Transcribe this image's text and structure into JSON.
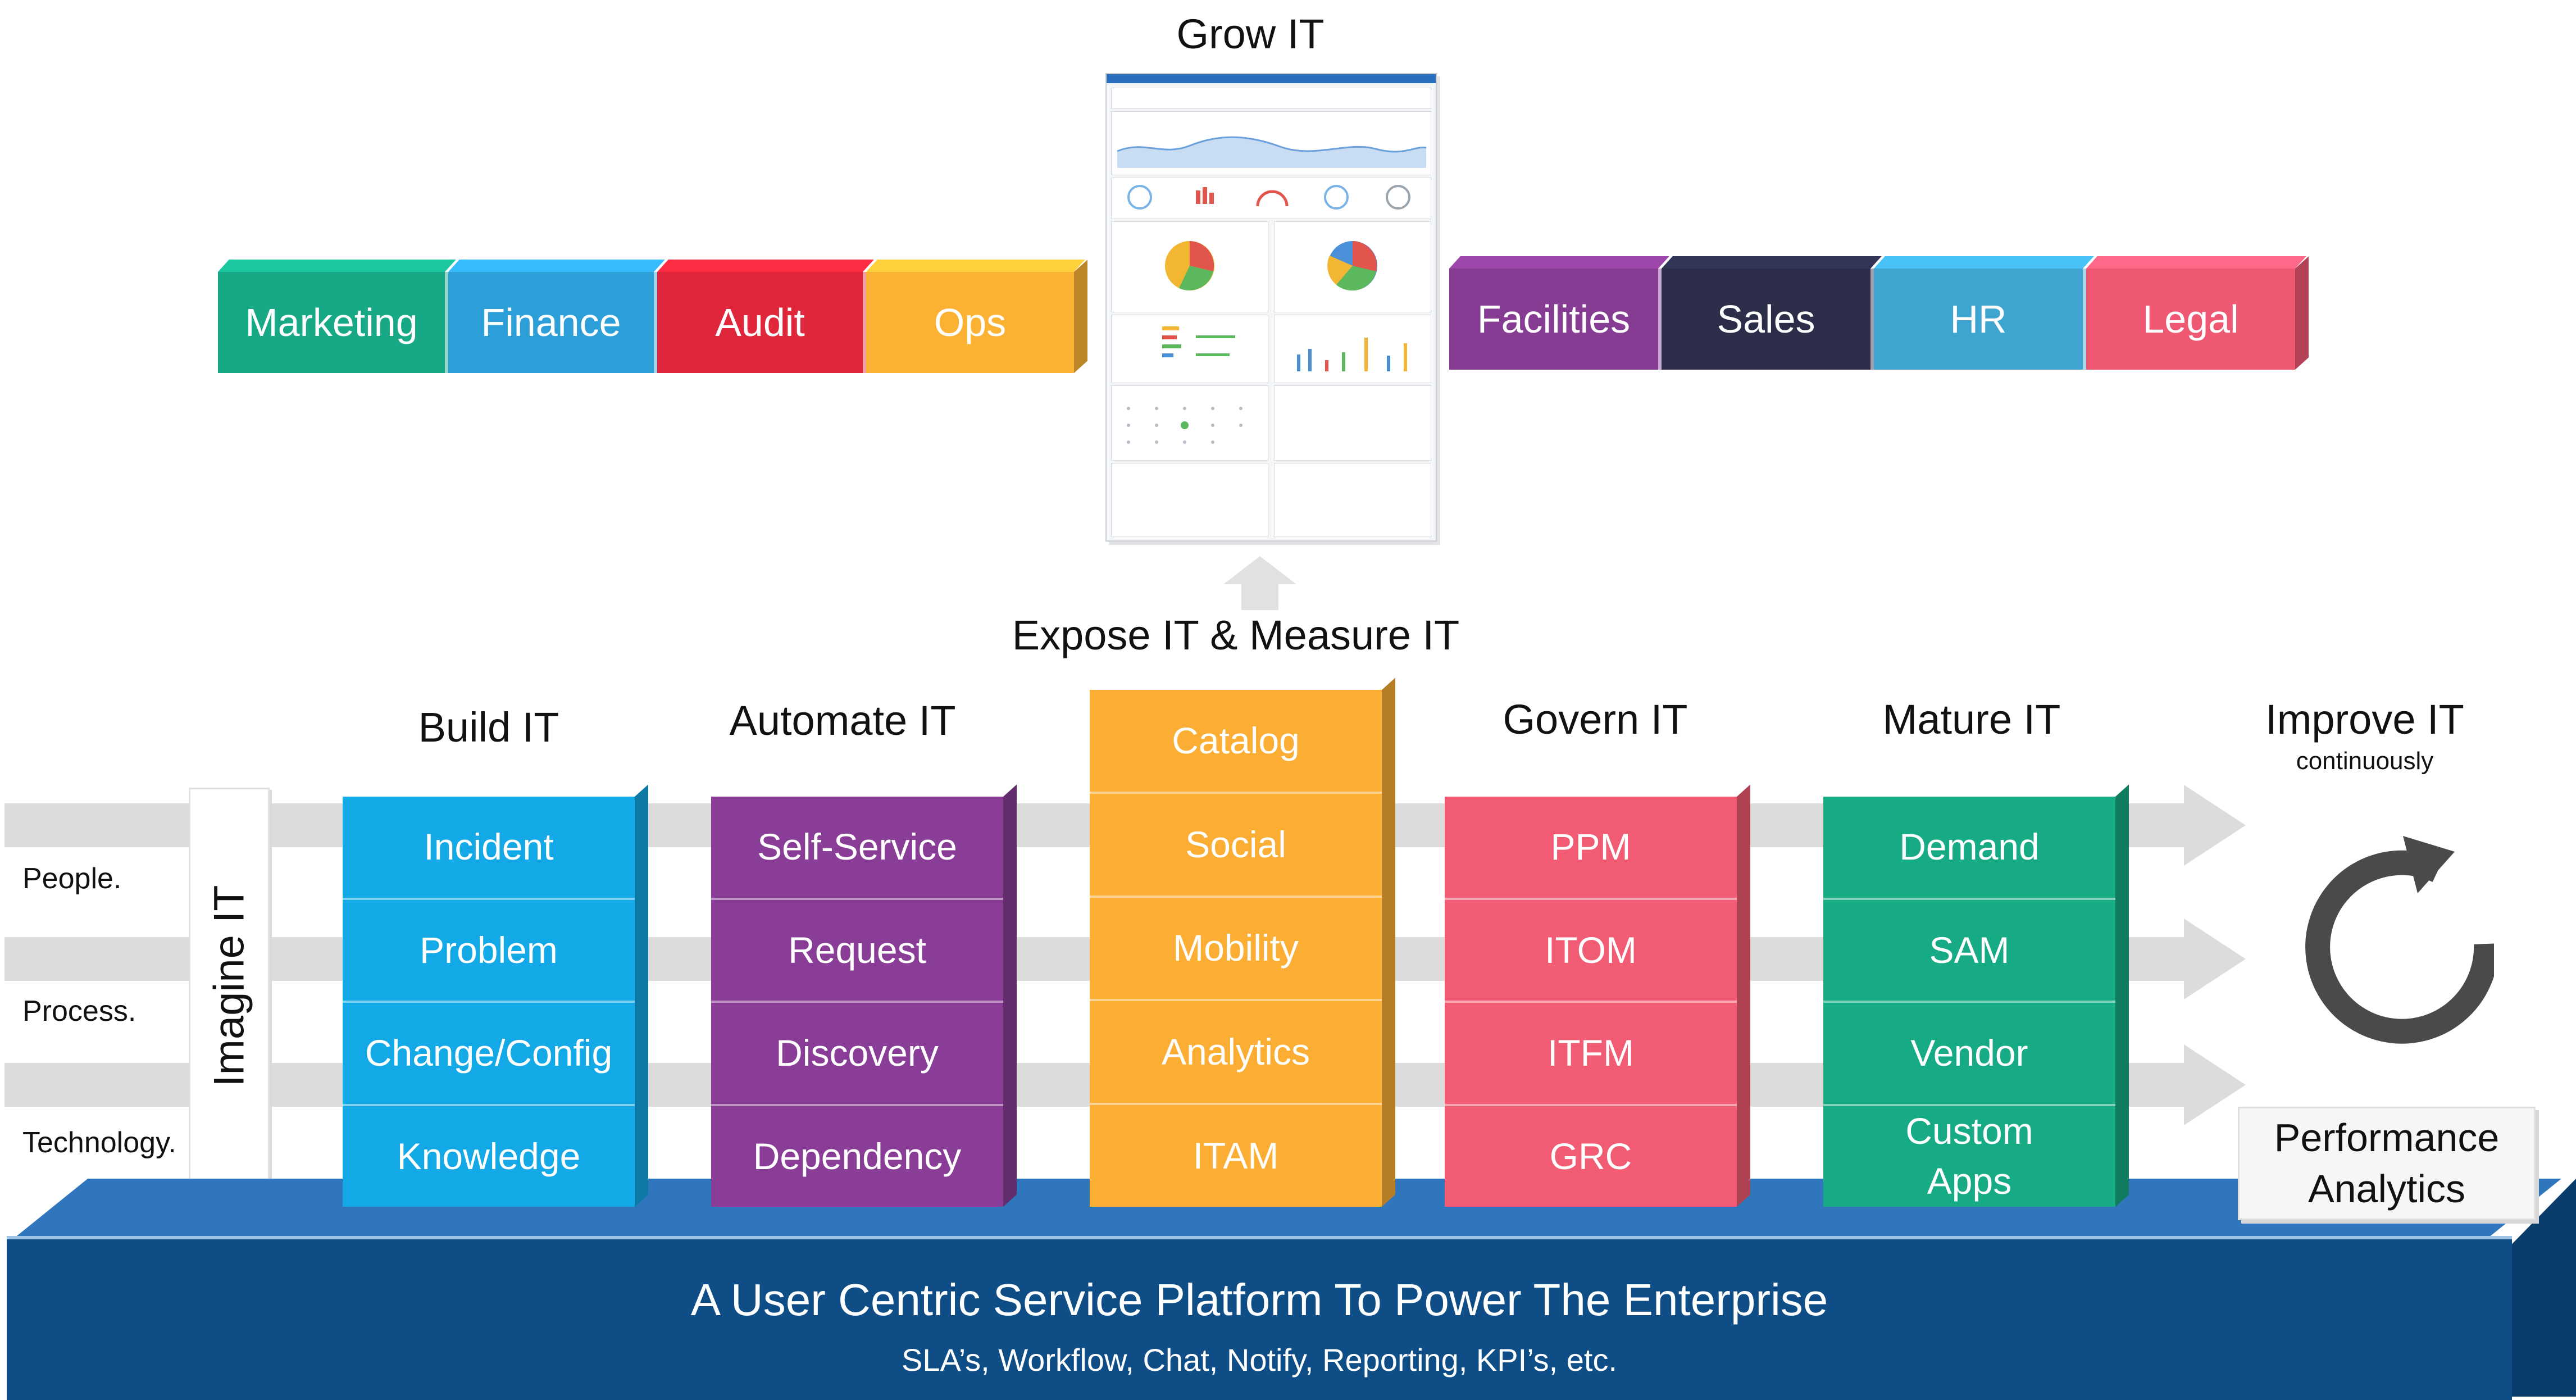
{
  "grow": {
    "title": "Grow IT"
  },
  "departments_left": [
    {
      "label": "Marketing",
      "color": "#17a986"
    },
    {
      "label": "Finance",
      "color": "#2d9fd8"
    },
    {
      "label": "Audit",
      "color": "#e0263a"
    },
    {
      "label": "Ops",
      "color": "#fbb233"
    }
  ],
  "departments_right": [
    {
      "label": "Facilities",
      "color": "#853c92"
    },
    {
      "label": "Sales",
      "color": "#2b2d49"
    },
    {
      "label": "HR",
      "color": "#3ea5d1"
    },
    {
      "label": "Legal",
      "color": "#ee5873"
    }
  ],
  "expose": {
    "title": "Expose IT & Measure IT"
  },
  "rows": {
    "people": "People.",
    "process": "Process.",
    "technology": "Technology."
  },
  "imagine": {
    "label": "Imagine IT"
  },
  "columns": {
    "build": {
      "title": "Build IT",
      "color": "#12a9e6",
      "items": [
        "Incident",
        "Problem",
        "Change/Config",
        "Knowledge"
      ]
    },
    "automate": {
      "title": "Automate IT",
      "color": "#8a3d96",
      "items": [
        "Self-Service",
        "Request",
        "Discovery",
        "Dependency"
      ]
    },
    "measure": {
      "title": "",
      "color": "#fbae33",
      "items": [
        "Catalog",
        "Social",
        "Mobility",
        "Analytics",
        "ITAM"
      ]
    },
    "govern": {
      "title": "Govern IT",
      "color": "#f15b73",
      "items": [
        "PPM",
        "ITOM",
        "ITFM",
        "GRC"
      ]
    },
    "mature": {
      "title": "Mature IT",
      "color": "#17ab85",
      "items": [
        "Demand",
        "SAM",
        "Vendor",
        "Custom\nApps"
      ]
    }
  },
  "improve": {
    "title": "Improve IT",
    "subtitle": "continuously",
    "box_line1": "Performance",
    "box_line2": "Analytics"
  },
  "platform": {
    "title": "A User Centric Service Platform To Power The Enterprise",
    "subtitle": "SLA’s, Workflow, Chat, Notify, Reporting, KPI’s, etc."
  }
}
